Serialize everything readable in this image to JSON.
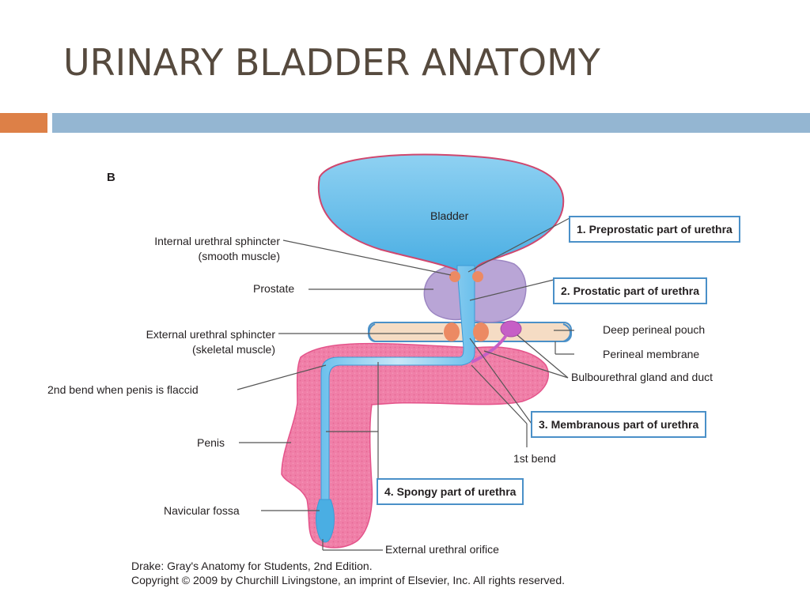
{
  "slide": {
    "title": "URINARY BLADDER ANATOMY",
    "accent_colors": {
      "orange": "#dd8047",
      "blue": "#94b6d2"
    }
  },
  "figure": {
    "letter": "B",
    "structures": {
      "bladder": "Bladder"
    },
    "left_labels": {
      "internal_sphincter": "Internal urethral sphincter\n(smooth muscle)",
      "prostate": "Prostate",
      "external_sphincter": "External urethral sphincter\n(skeletal muscle)",
      "second_bend": "2nd bend when penis is flaccid",
      "penis": "Penis",
      "navicular_fossa": "Navicular fossa"
    },
    "right_labels": {
      "deep_perineal_pouch": "Deep perineal pouch",
      "perineal_membrane": "Perineal membrane",
      "bulbourethral": "Bulbourethral gland and duct",
      "first_bend": "1st bend",
      "external_orifice": "External urethral orifice"
    },
    "boxed_labels": {
      "part1": "1. Preprostatic part of urethra",
      "part2": "2. Prostatic part of urethra",
      "part3": "3. Membranous part of urethra",
      "part4": "4. Spongy part of urethra"
    },
    "colors": {
      "bladder_fill": "#5bb8e8",
      "prostate_fill": "#b9a5d6",
      "penis_fill": "#f07fa8",
      "membrane_fill": "#f5dcc4",
      "sphincter_fill": "#ec8a63",
      "gland_fill": "#c65fc6",
      "box_border": "#4a90c8"
    }
  },
  "credit": {
    "line1": "Drake: Gray's Anatomy for Students, 2nd Edition.",
    "line2": "Copyright © 2009 by Churchill Livingstone, an imprint of Elsevier, Inc. All rights reserved."
  }
}
